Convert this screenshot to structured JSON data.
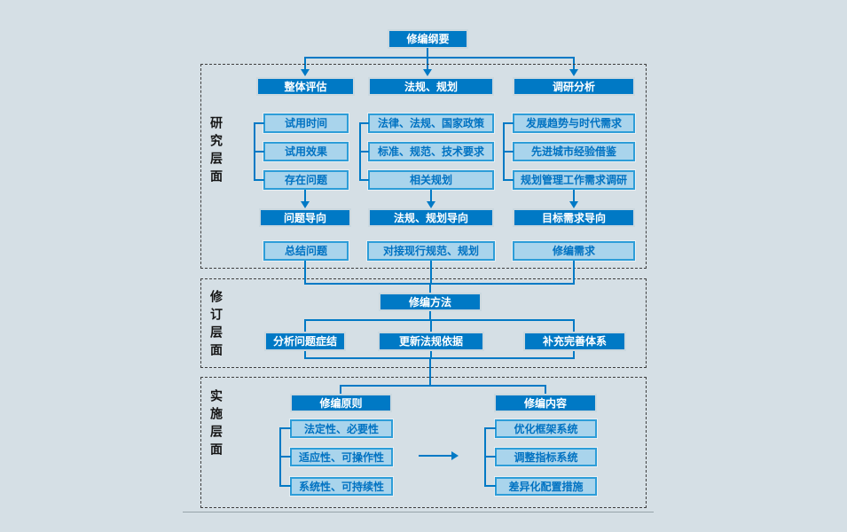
{
  "colors": {
    "background": "#d5dfe5",
    "dark_box_fill": "#0079c5",
    "dark_box_text": "#ffffff",
    "light_box_fill": "#a9d4ec",
    "light_box_border": "#2d9dd8",
    "light_box_text": "#0072c2",
    "connector_line": "#0079c5",
    "frame_dashed_border": "#3f3f3f",
    "section_label_text": "#141414"
  },
  "root": {
    "title": "修编纲要"
  },
  "sections": {
    "research": {
      "label": "研究层面",
      "columns": [
        {
          "header": "整体评估",
          "items": [
            "试用时间",
            "试用效果",
            "存在问题"
          ],
          "orientation": "问题导向",
          "output": "总结问题"
        },
        {
          "header": "法规、规划",
          "items": [
            "法律、法规、国家政策",
            "标准、规范、技术要求",
            "相关规划"
          ],
          "orientation": "法规、规划导向",
          "output": "对接现行规范、规划"
        },
        {
          "header": "调研分析",
          "items": [
            "发展趋势与时代需求",
            "先进城市经验借鉴",
            "规划管理工作需求调研"
          ],
          "orientation": "目标需求导向",
          "output": "修编需求"
        }
      ]
    },
    "revision": {
      "label": "修订层面",
      "method": "修编方法",
      "branches": [
        "分析问题症结",
        "更新法规依据",
        "补充完善体系"
      ]
    },
    "implementation": {
      "label": "实施层面",
      "principles": {
        "header": "修编原则",
        "items": [
          "法定性、必要性",
          "适应性、可操作性",
          "系统性、可持续性"
        ]
      },
      "content": {
        "header": "修编内容",
        "items": [
          "优化框架系统",
          "调整指标系统",
          "差异化配置措施"
        ]
      }
    }
  }
}
